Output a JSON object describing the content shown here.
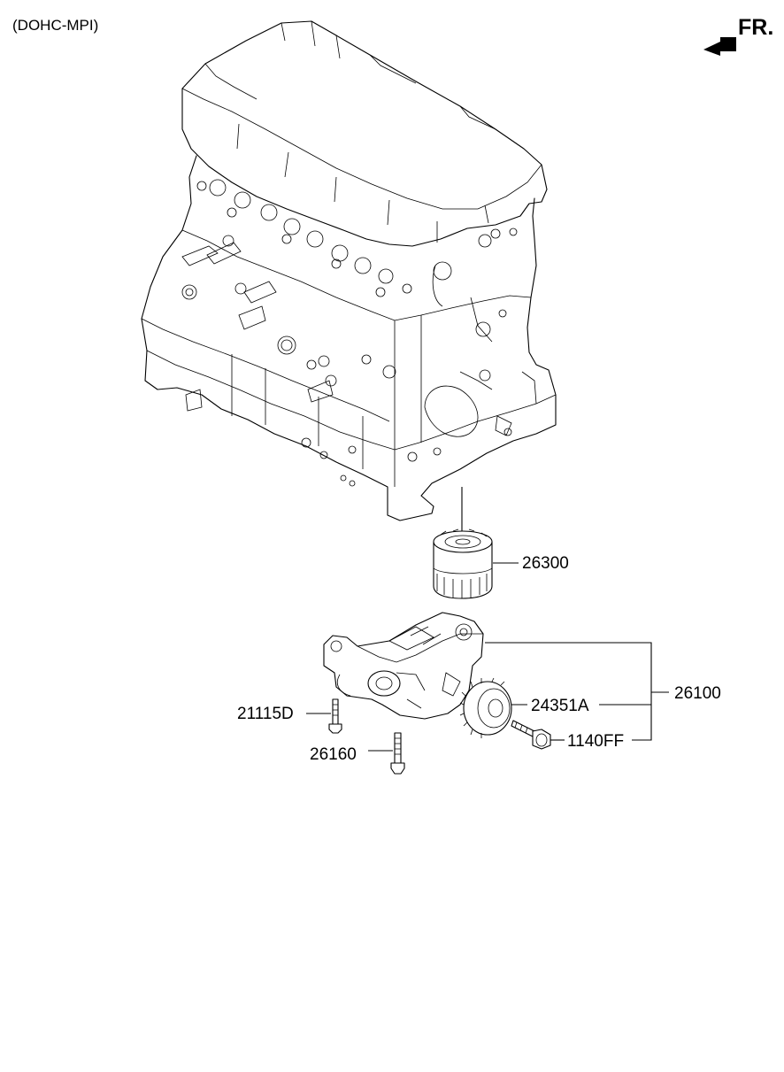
{
  "header": {
    "engine_code": "(DOHC-MPI)",
    "direction_label": "FR."
  },
  "parts": {
    "oil_filter": "26300",
    "oil_pump_assy": "26100",
    "sprocket": "24351A",
    "bolt_flange": "1140FF",
    "bolt_d": "21115D",
    "bolt_long": "26160"
  }
}
